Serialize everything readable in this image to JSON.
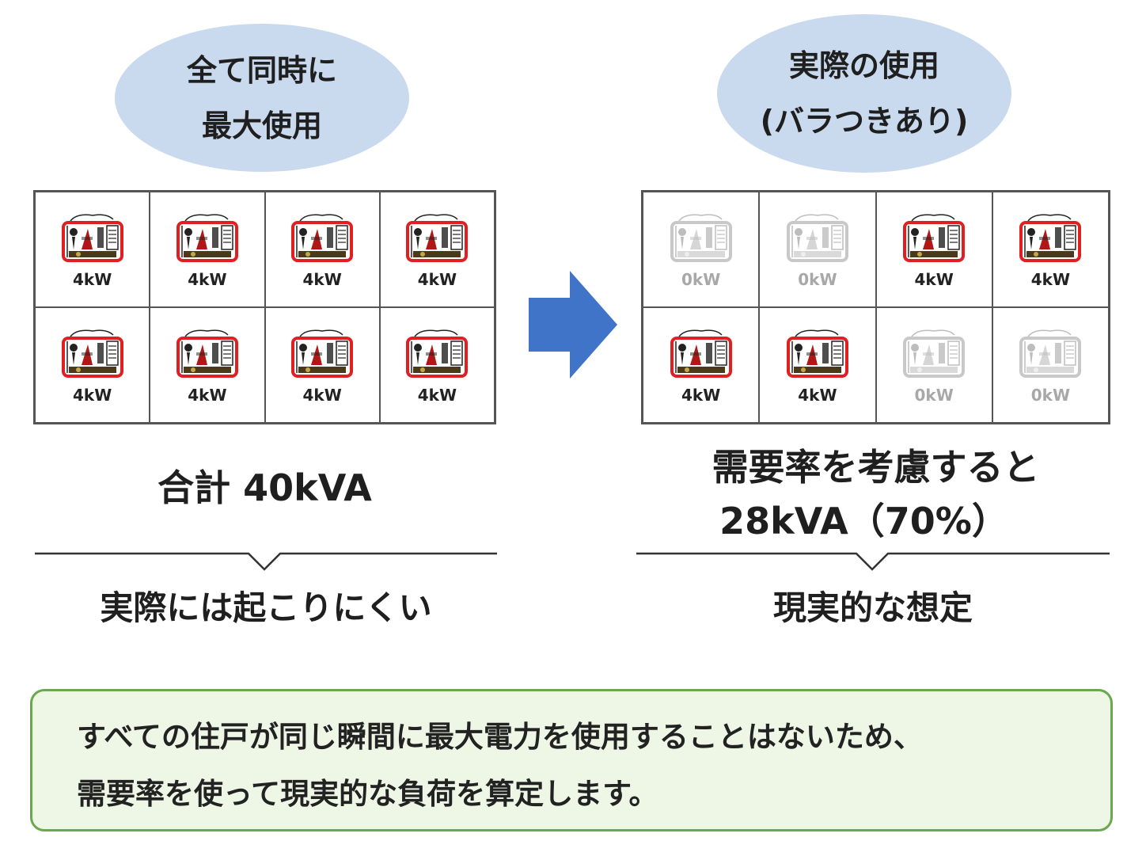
{
  "left": {
    "bubble_lines": [
      "全て同時に",
      "最大使用"
    ],
    "cells": [
      {
        "label": "4kW",
        "on": true
      },
      {
        "label": "4kW",
        "on": true
      },
      {
        "label": "4kW",
        "on": true
      },
      {
        "label": "4kW",
        "on": true
      },
      {
        "label": "4kW",
        "on": true
      },
      {
        "label": "4kW",
        "on": true
      },
      {
        "label": "4kW",
        "on": true
      },
      {
        "label": "4kW",
        "on": true
      }
    ],
    "total_text": "合計 40kVA",
    "conclusion": "実際には起こりにくい"
  },
  "right": {
    "bubble_lines": [
      "実際の使用",
      "(バラつきあり)"
    ],
    "cells": [
      {
        "label": "0kW",
        "on": false
      },
      {
        "label": "0kW",
        "on": false
      },
      {
        "label": "4kW",
        "on": true
      },
      {
        "label": "4kW",
        "on": true
      },
      {
        "label": "4kW",
        "on": true
      },
      {
        "label": "4kW",
        "on": true
      },
      {
        "label": "0kW",
        "on": false
      },
      {
        "label": "0kW",
        "on": false
      }
    ],
    "total_lines": [
      "需要率を考慮すると",
      "28kVA（70%）"
    ],
    "conclusion": "現実的な想定"
  },
  "note_lines": [
    "すべての住戸が同じ瞬間に最大電力を使用することはないため、",
    "需要率を使って現実的な負荷を算定します。"
  ],
  "icons": {
    "appliance": "appliance-cluster-icon",
    "arrow": "right-arrow-icon"
  },
  "colors": {
    "bubble": "#c9d9ee",
    "arrow": "#3f74c9",
    "active_frame": "#e02020",
    "inactive_frame": "#c8c8c8",
    "note_border": "#6aa84f",
    "note_bg": "#eef6e6"
  }
}
